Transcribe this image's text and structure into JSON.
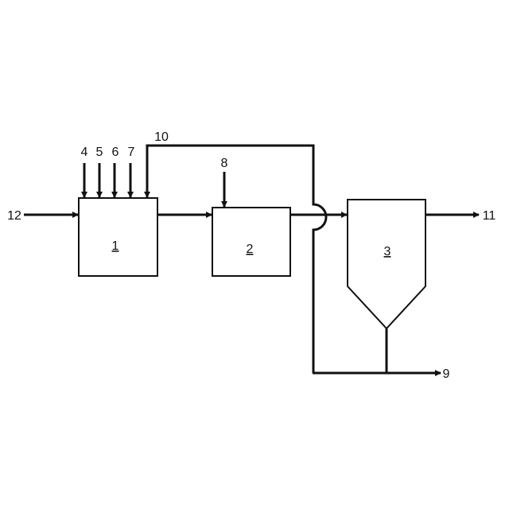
{
  "units": {
    "u1": "1",
    "u2": "2",
    "u3": "3"
  },
  "streams": {
    "s4": "4",
    "s5": "5",
    "s6": "6",
    "s7": "7",
    "s8": "8",
    "s9": "9",
    "s10": "10",
    "s11": "11",
    "s12": "12"
  },
  "colors": {
    "line": "#111111",
    "background": "#ffffff"
  }
}
